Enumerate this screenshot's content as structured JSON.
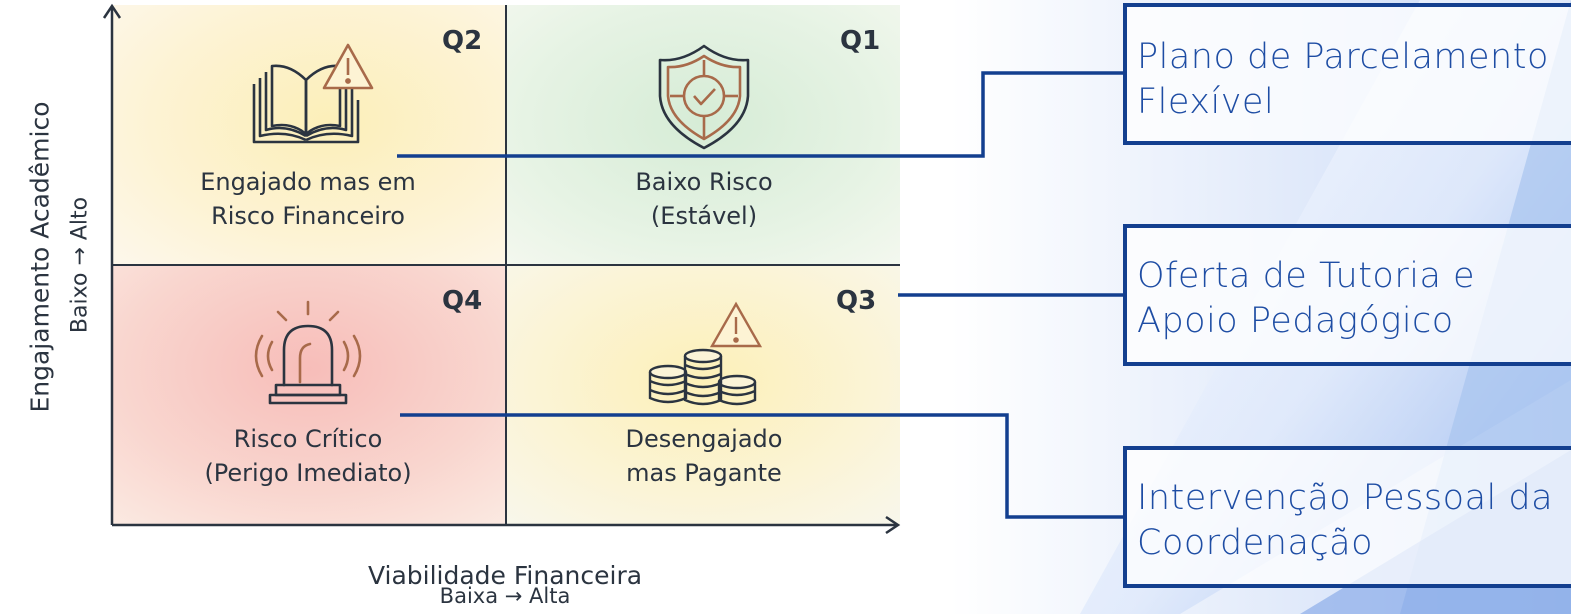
{
  "axes": {
    "y_label": "Engajamento Acadêmico",
    "y_sub": "Baixo → Alto",
    "x_label": "Viabilidade Financeira",
    "x_sub": "Baixa → Alta"
  },
  "quadrants": [
    {
      "id": "Q2",
      "line1": "Engajado mas em",
      "line2": "Risco Financeiro",
      "icon": "book-warning-icon",
      "color": "#fbe9a6"
    },
    {
      "id": "Q1",
      "line1": "Baixo Risco",
      "line2": "(Estável)",
      "icon": "shield-check-icon",
      "color": "#cfe9cf"
    },
    {
      "id": "Q4",
      "line1": "Risco Crítico",
      "line2": "(Perigo Imediato)",
      "icon": "alarm-siren-icon",
      "color": "#f6b8b5"
    },
    {
      "id": "Q3",
      "line1": "Desengajado",
      "line2": "mas Pagante",
      "icon": "coins-warning-icon",
      "color": "#fbeeb0"
    }
  ],
  "actions": [
    {
      "line1": "Plano de Parcelamento",
      "line2": "Flexível"
    },
    {
      "line1": "Oferta de Tutoria e",
      "line2": "Apoio Pedagógico"
    },
    {
      "line1": "Intervenção Pessoal da",
      "line2": "Coordenação"
    }
  ],
  "colors": {
    "accent": "#133f8f",
    "action_text": "#1e4da4",
    "ink": "#2b3440",
    "icon_accent": "#a86a4a",
    "background_shape": "#9dbcef"
  }
}
